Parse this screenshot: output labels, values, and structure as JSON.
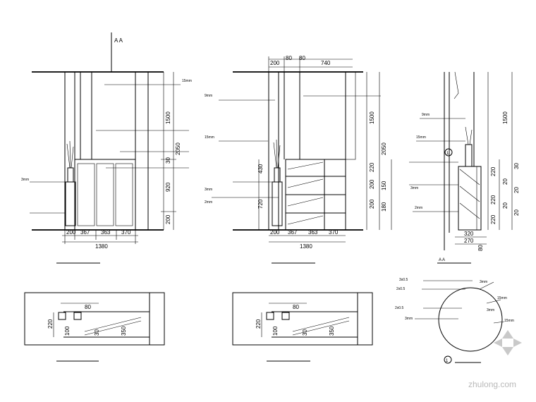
{
  "elev1": {
    "section_mark": "A  A",
    "dims_bottom": [
      "200",
      "367",
      "363",
      "370"
    ],
    "overall": "1380",
    "dims_right": [
      "1500",
      "2050",
      "30",
      "920",
      "200"
    ],
    "notes": [
      "15mm",
      "3mm"
    ],
    "caption": ""
  },
  "elev2": {
    "dims_top": [
      "200",
      "80",
      "80",
      "740"
    ],
    "dims_bottom": [
      "200",
      "367",
      "363",
      "370"
    ],
    "overall": "1380",
    "dims_left": [
      "430",
      "720"
    ],
    "dims_right": [
      "1500",
      "2050",
      "220",
      "200",
      "150",
      "200",
      "180"
    ],
    "notes": [
      "9mm",
      "15mm",
      "3mm",
      "2mm"
    ],
    "caption": ""
  },
  "section": {
    "dims_right": [
      "1500",
      "30",
      "220",
      "20",
      "20",
      "220",
      "20",
      "220",
      "20"
    ],
    "dims_bottom": [
      "320",
      "270",
      "80"
    ],
    "notes": [
      "9mm",
      "15mm",
      "3mm",
      "2mm"
    ],
    "mark": "1",
    "caption": "A  A"
  },
  "plan1": {
    "dims": [
      "80",
      "220",
      "100",
      "30",
      "350"
    ],
    "caption": ""
  },
  "plan2": {
    "dims": [
      "80",
      "220",
      "100",
      "30",
      "350"
    ],
    "caption": ""
  },
  "detail": {
    "labels": [
      "3mm",
      "15mm",
      "15mm",
      "3mm"
    ],
    "notes": [
      "3x0.5",
      "2x0.5",
      "2x0.5",
      "3mm"
    ],
    "mark": "1"
  },
  "watermark": {
    "text": "zhulong.com"
  }
}
